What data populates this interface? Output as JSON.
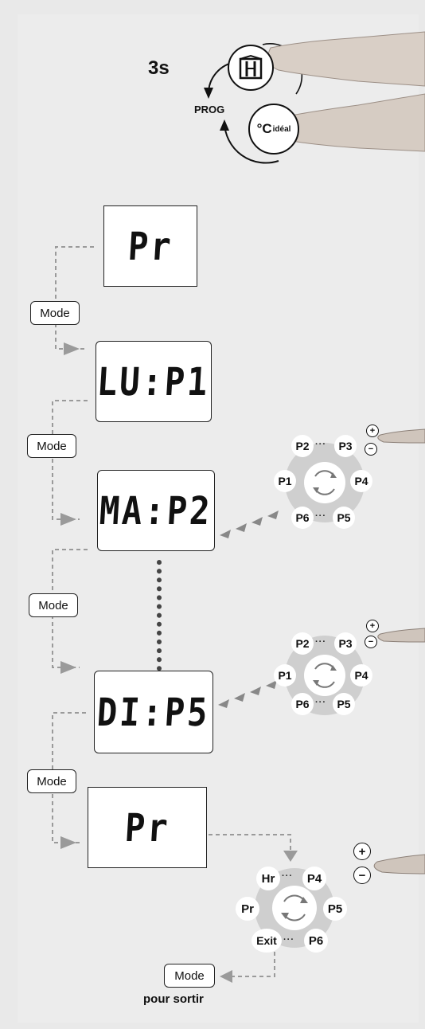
{
  "header": {
    "duration": "3s",
    "prog_label": "PROG",
    "ideal_label": "idéal",
    "deg_c": "°C"
  },
  "displays": [
    {
      "text": "Pr"
    },
    {
      "text": "LU:P1"
    },
    {
      "text": "MA:P2"
    },
    {
      "text": "DI:P5"
    },
    {
      "text": "Pr"
    }
  ],
  "mode_label": "Mode",
  "cycle1": {
    "labels": [
      "P2",
      "P3",
      "P4",
      "P5",
      "P6",
      "P1"
    ],
    "sep": "···"
  },
  "cycle2": {
    "labels": [
      "P2",
      "P3",
      "P4",
      "P5",
      "P6",
      "P1"
    ],
    "sep": "···"
  },
  "cycle3": {
    "labels": [
      "Hr",
      "P4",
      "P5",
      "P6",
      "Exit",
      "Pr"
    ],
    "sep": "···"
  },
  "plus": "+",
  "minus": "−",
  "exit_label": "pour sortir",
  "colors": {
    "arrow": "#9a9a9a",
    "ring": "#cfcfcf",
    "dark": "#111111"
  }
}
